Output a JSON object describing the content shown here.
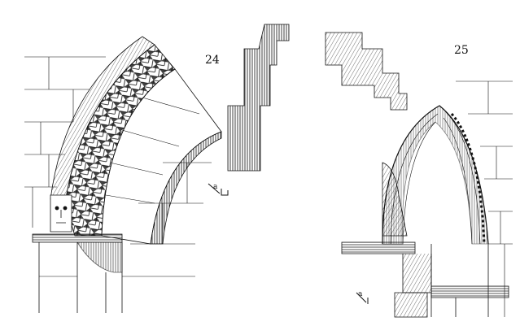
{
  "figures": [
    {
      "number": "24",
      "detail_label": "a"
    },
    {
      "number": "25",
      "detail_label": "a"
    }
  ],
  "colors": {
    "ink": "#111111",
    "paper": "#ffffff"
  }
}
